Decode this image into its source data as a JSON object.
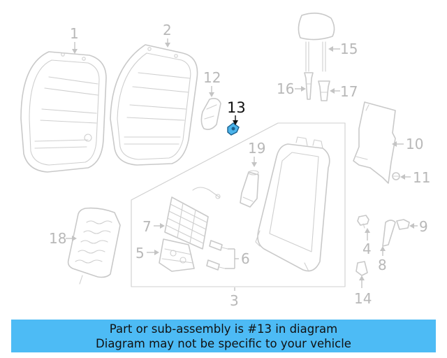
{
  "callouts": {
    "c1": "1",
    "c2": "2",
    "c3": "3",
    "c4": "4",
    "c5": "5",
    "c6": "6",
    "c7": "7",
    "c8": "8",
    "c9": "9",
    "c10": "10",
    "c11": "11",
    "c12": "12",
    "c13": "13",
    "c14": "14",
    "c15": "15",
    "c16": "16",
    "c17": "17",
    "c18": "18",
    "c19": "19"
  },
  "highlight": {
    "part": "13",
    "color": "#4ab3ea"
  },
  "banner": {
    "line1": "Part or sub-assembly is #13 in diagram",
    "line2": "Diagram may not be specific to your vehicle",
    "color": "#4dbbf5"
  }
}
